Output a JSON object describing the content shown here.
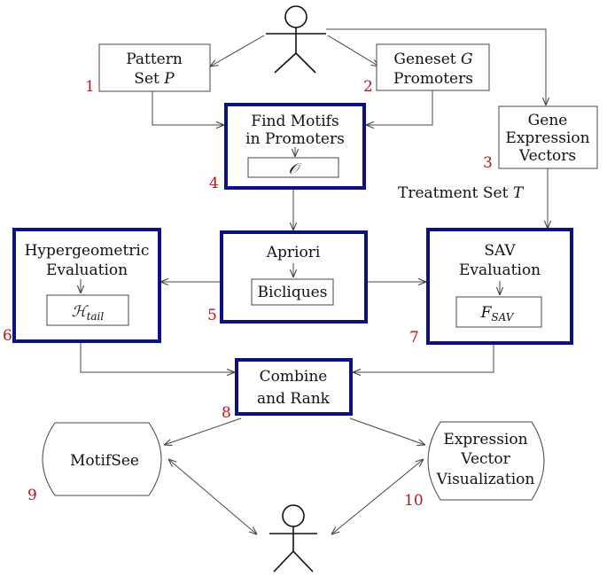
{
  "pattern_set": {
    "line1": "Pattern",
    "line2_text": "Set ",
    "line2_var": "P",
    "number": "1"
  },
  "geneset": {
    "line1_text": "Geneset ",
    "line1_var": "G",
    "line2": "Promoters",
    "number": "2"
  },
  "gene_expression": {
    "line1": "Gene",
    "line2": "Expression",
    "line3": "Vectors",
    "number": "3"
  },
  "find_motifs": {
    "line1": "Find Motifs",
    "line2": "in Promoters",
    "inner_symbol": "𝒪",
    "number": "4"
  },
  "treatment_set": {
    "text": "Treatment Set ",
    "var": "T"
  },
  "hypergeometric": {
    "line1": "Hypergeometric",
    "line2": "Evaluation",
    "inner_symbol": "ℋ",
    "inner_sub": "tail",
    "number": "6"
  },
  "apriori": {
    "line1": "Apriori",
    "inner_label": "Bicliques",
    "number": "5"
  },
  "sav": {
    "line1": "SAV",
    "line2": "Evaluation",
    "inner_symbol": "F",
    "inner_sub": "SAV",
    "number": "7"
  },
  "combine": {
    "line1": "Combine",
    "line2": "and Rank",
    "number": "8"
  },
  "motifsee": {
    "label": "MotifSee",
    "number": "9"
  },
  "expression_vis": {
    "line1": "Expression",
    "line2": "Vector",
    "line3": "Visualization",
    "number": "10"
  },
  "colors": {
    "thick_border": "#0a1280",
    "number": "#b8161b",
    "edge": "#444444"
  },
  "icons": {
    "user_top": "stick-figure-icon",
    "user_bottom": "stick-figure-icon"
  }
}
